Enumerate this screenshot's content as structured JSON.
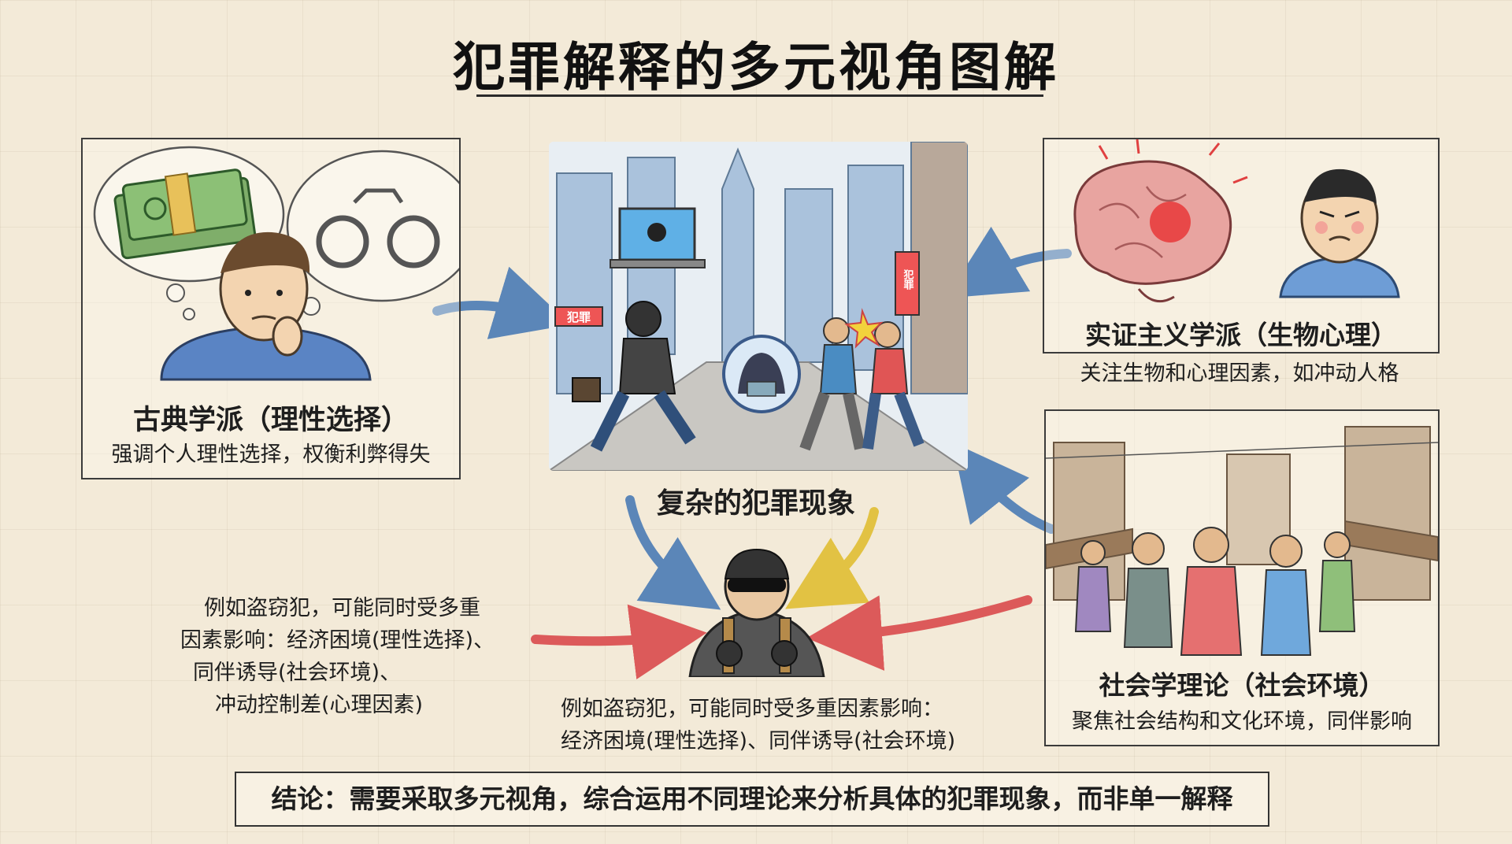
{
  "title": "犯罪解释的多元视角图解",
  "center": {
    "label": "复杂的犯罪现象",
    "scene_signs": [
      "犯罪",
      "犯罪"
    ]
  },
  "panels": {
    "classical": {
      "title": "古典学派（理性选择）",
      "desc": "强调个人理性选择，权衡利弊得失"
    },
    "positivist": {
      "title": "实证主义学派（生物心理）",
      "desc": "关注生物和心理因素，如冲动人格"
    },
    "sociological": {
      "title": "社会学理论（社会环境）",
      "desc": "聚焦社会结构和文化环境，同伴影响"
    }
  },
  "left_note": {
    "lines": [
      "例如盗窃犯，可能同时受多重",
      "因素影响：经济困境(理性选择)、",
      "同伴诱导(社会环境)、",
      "冲动控制差(心理因素)"
    ]
  },
  "bottom_note": {
    "lines": [
      "例如盗窃犯，可能同时受多重因素影响：",
      "经济困境(理性选择)、同伴诱导(社会环境)"
    ]
  },
  "conclusion": "结论：需要采取多元视角，综合运用不同理论来分析具体的犯罪现象，而非单一解释",
  "colors": {
    "arrow_blue": "#5b86b8",
    "arrow_yellow": "#e2c243",
    "arrow_red": "#dc5a5a",
    "ink": "#2a2a2a",
    "paper": "#f3ead8"
  }
}
